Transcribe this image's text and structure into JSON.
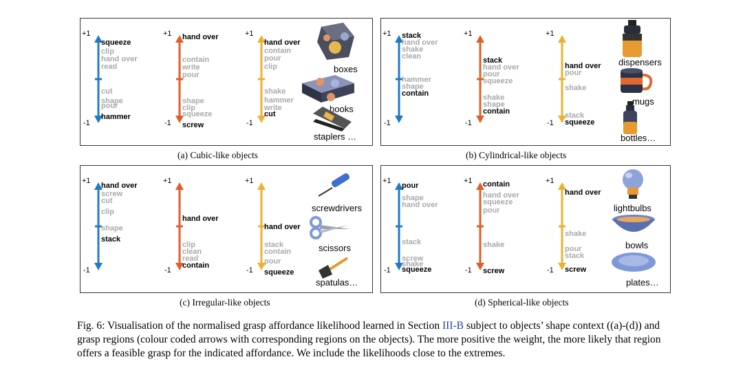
{
  "colors": {
    "blue": "#1f7bc6",
    "orange": "#e05f27",
    "yellow": "#eeb12f",
    "grey_label": "#a9a9a9"
  },
  "ticks": {
    "top": "+1",
    "bottom": "-1"
  },
  "panels": {
    "a": {
      "caption": "(a) Cubic-like objects",
      "arrows": [
        {
          "color": "blue",
          "labels": [
            {
              "t": "squeeze",
              "s": "b"
            },
            {
              "t": "clip",
              "s": "g"
            },
            {
              "t": "hand over",
              "s": "g"
            },
            {
              "t": "read",
              "s": "g"
            },
            {
              "t": "cut",
              "s": "g"
            },
            {
              "t": "shape",
              "s": "g"
            },
            {
              "t": "pour",
              "s": "g"
            },
            {
              "t": "hammer",
              "s": "b"
            }
          ]
        },
        {
          "color": "orange",
          "labels": [
            {
              "t": "hand over",
              "s": "b"
            },
            {
              "t": "contain",
              "s": "g"
            },
            {
              "t": "write",
              "s": "g"
            },
            {
              "t": "pour",
              "s": "g"
            },
            {
              "t": "shape",
              "s": "g"
            },
            {
              "t": "clip",
              "s": "g"
            },
            {
              "t": "squeeze",
              "s": "g"
            },
            {
              "t": "screw",
              "s": "b"
            }
          ]
        },
        {
          "color": "yellow",
          "labels": [
            {
              "t": "hand over",
              "s": "b"
            },
            {
              "t": "contain",
              "s": "g"
            },
            {
              "t": "pour",
              "s": "g"
            },
            {
              "t": "clip",
              "s": "g"
            },
            {
              "t": "shake",
              "s": "g"
            },
            {
              "t": "hammer",
              "s": "g"
            },
            {
              "t": "write",
              "s": "g"
            },
            {
              "t": "cut",
              "s": "b"
            }
          ]
        }
      ],
      "objects": [
        "boxes",
        "books",
        "staplers …"
      ]
    },
    "b": {
      "caption": "(b) Cylindrical-like objects",
      "arrows": [
        {
          "color": "blue",
          "labels": [
            {
              "t": "stack",
              "s": "b"
            },
            {
              "t": "hand over",
              "s": "g"
            },
            {
              "t": "shake",
              "s": "g"
            },
            {
              "t": "clean",
              "s": "g"
            },
            {
              "t": "hammer",
              "s": "g"
            },
            {
              "t": "shape",
              "s": "g"
            },
            {
              "t": "contain",
              "s": "b"
            }
          ]
        },
        {
          "color": "orange",
          "labels": [
            {
              "t": "stack",
              "s": "b"
            },
            {
              "t": "hand over",
              "s": "g"
            },
            {
              "t": "pour",
              "s": "g"
            },
            {
              "t": "squeeze",
              "s": "g"
            },
            {
              "t": "shake",
              "s": "g"
            },
            {
              "t": "shape",
              "s": "g"
            },
            {
              "t": "contain",
              "s": "b"
            }
          ]
        },
        {
          "color": "yellow",
          "labels": [
            {
              "t": "hand over",
              "s": "b"
            },
            {
              "t": "pour",
              "s": "g"
            },
            {
              "t": "shake",
              "s": "g"
            },
            {
              "t": "stack",
              "s": "g"
            },
            {
              "t": "squeeze",
              "s": "b"
            }
          ]
        }
      ],
      "objects": [
        "dispensers",
        "mugs",
        "bottles…"
      ]
    },
    "c": {
      "caption": "(c) Irregular-like objects",
      "arrows": [
        {
          "color": "blue",
          "labels": [
            {
              "t": "hand over",
              "s": "b"
            },
            {
              "t": "screw",
              "s": "g"
            },
            {
              "t": "cut",
              "s": "g"
            },
            {
              "t": "clip",
              "s": "g"
            },
            {
              "t": "shape",
              "s": "g"
            },
            {
              "t": "stack",
              "s": "b"
            }
          ]
        },
        {
          "color": "orange",
          "labels": [
            {
              "t": "hand over",
              "s": "b"
            },
            {
              "t": "clip",
              "s": "g"
            },
            {
              "t": "clean",
              "s": "g"
            },
            {
              "t": "read",
              "s": "g"
            },
            {
              "t": "contain",
              "s": "b"
            }
          ]
        },
        {
          "color": "yellow",
          "labels": [
            {
              "t": "hand over",
              "s": "b"
            },
            {
              "t": "stack",
              "s": "g"
            },
            {
              "t": "contain",
              "s": "g"
            },
            {
              "t": "pour",
              "s": "g"
            },
            {
              "t": "squeeze",
              "s": "b"
            }
          ]
        }
      ],
      "objects": [
        "screwdrivers",
        "scissors",
        "spatulas…"
      ]
    },
    "d": {
      "caption": "(d) Spherical-like objects",
      "arrows": [
        {
          "color": "blue",
          "labels": [
            {
              "t": "pour",
              "s": "b"
            },
            {
              "t": "shape",
              "s": "g"
            },
            {
              "t": "hand over",
              "s": "g"
            },
            {
              "t": "stack",
              "s": "g"
            },
            {
              "t": "screw",
              "s": "g"
            },
            {
              "t": "shake",
              "s": "g"
            },
            {
              "t": "squeeze",
              "s": "b"
            }
          ]
        },
        {
          "color": "orange",
          "labels": [
            {
              "t": "contain",
              "s": "b"
            },
            {
              "t": "hand over",
              "s": "g"
            },
            {
              "t": "squeeze",
              "s": "g"
            },
            {
              "t": "pour",
              "s": "g"
            },
            {
              "t": "shake",
              "s": "g"
            },
            {
              "t": "screw",
              "s": "b"
            }
          ]
        },
        {
          "color": "yellow",
          "labels": [
            {
              "t": "hand over",
              "s": "b"
            },
            {
              "t": "shake",
              "s": "g"
            },
            {
              "t": "pour",
              "s": "g"
            },
            {
              "t": "stack",
              "s": "g"
            },
            {
              "t": "screw",
              "s": "b"
            }
          ]
        }
      ],
      "objects": [
        "lightbulbs",
        "bowls",
        "plates…"
      ]
    }
  },
  "figure_caption": {
    "prefix": "Fig. 6: Visualisation of the normalised grasp affordance likelihood learned in Section ",
    "ref": "III-B",
    "suffix": " subject to objects’ shape context ((a)-(d)) and grasp regions (colour coded arrows with corresponding regions on the objects). The more positive the weight, the more likely that region offers a feasible grasp for the indicated affordance. We include the likelihoods close to the extremes."
  }
}
